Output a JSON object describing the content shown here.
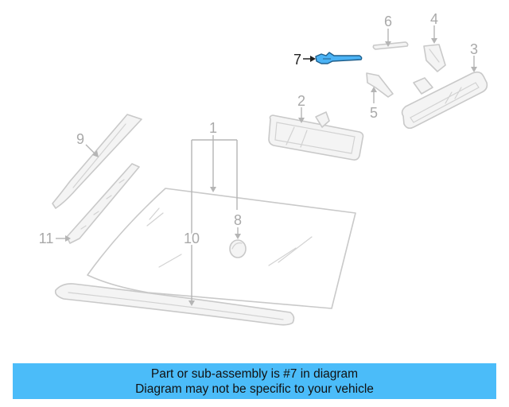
{
  "diagram": {
    "highlighted_part": "7",
    "highlight_color": "#4bb3f5",
    "callouts": [
      "1",
      "2",
      "3",
      "4",
      "5",
      "6",
      "7",
      "8",
      "9",
      "10",
      "11"
    ]
  },
  "caption": {
    "line1": "Part or sub-assembly is #7 in diagram",
    "line2": "Diagram may not be specific to your vehicle",
    "background": "#4bbcf9"
  }
}
